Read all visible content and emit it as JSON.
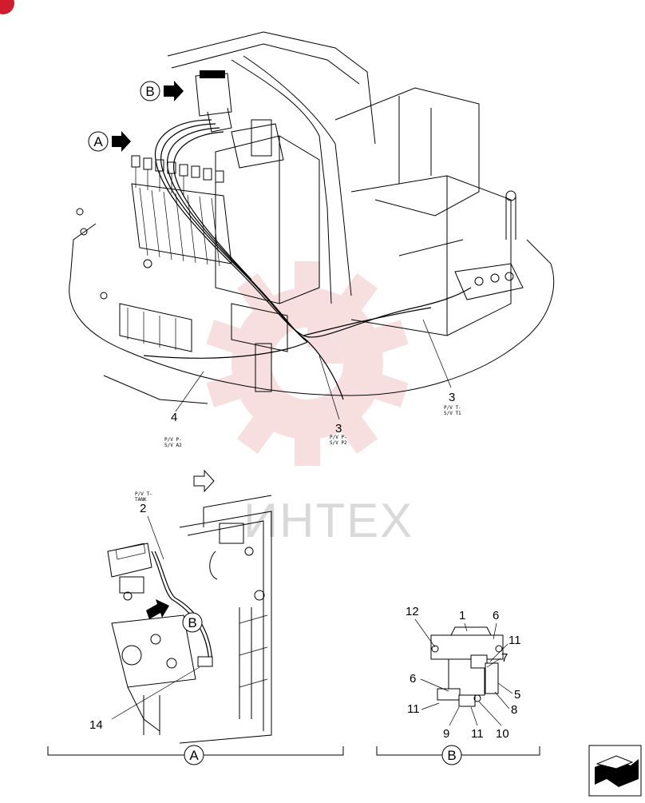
{
  "watermark": {
    "text": "ИНТЕХ",
    "gear_color": "#f4c6c6",
    "text_color": "#d9d9d9"
  },
  "corner_badge_color": "#d01c2c",
  "callouts": {
    "top_b": "B",
    "top_a": "A",
    "mid_b": "B",
    "view_a": "A",
    "view_b": "B"
  },
  "labels": {
    "item4": {
      "num": "4",
      "line1": "P/V P-",
      "line2": "S/V A2"
    },
    "item3a": {
      "num": "3",
      "line1": "P/V P-",
      "line2": "S/V P2"
    },
    "item3b": {
      "num": "3",
      "line1": "P/V T-",
      "line2": "S/V T1"
    },
    "item2": {
      "num": "2",
      "line1": "P/V T-",
      "line2": "TANK"
    },
    "item14": {
      "num": "14"
    }
  },
  "detail_b_parts": [
    "12",
    "1",
    "6",
    "11",
    "7",
    "6",
    "5",
    "11",
    "8",
    "9",
    "11",
    "10"
  ],
  "icons": [
    "arrow-right-icon",
    "corner-nav-icon"
  ]
}
